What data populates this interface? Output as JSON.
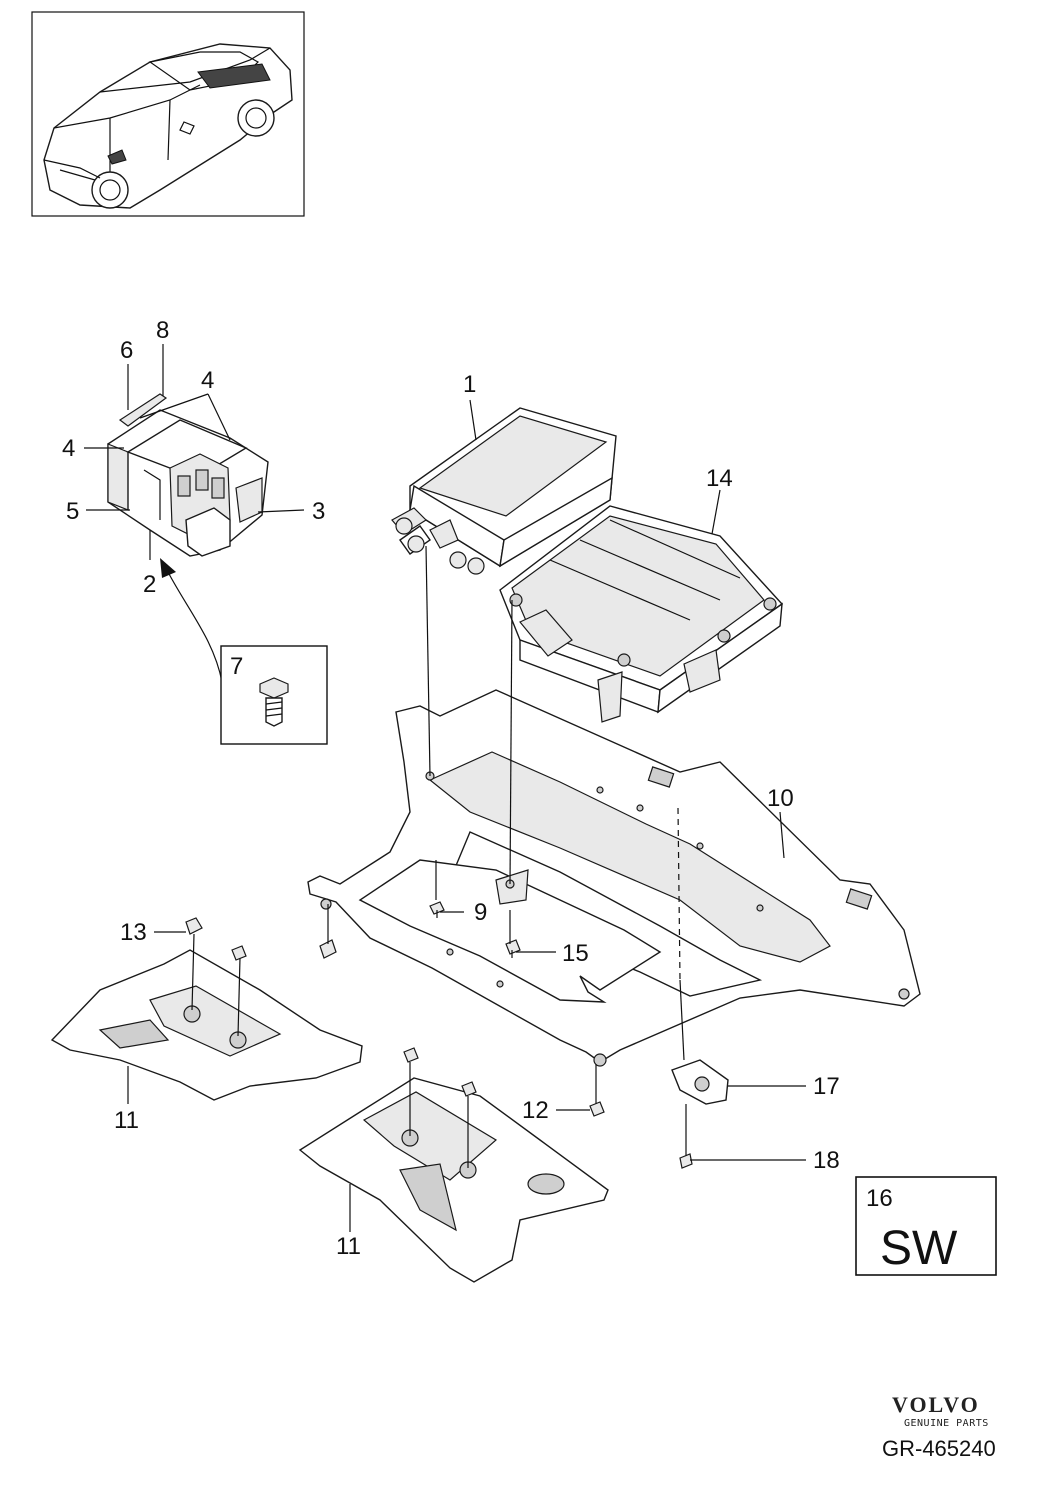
{
  "callouts": {
    "c1": "1",
    "c2": "2",
    "c3": "3",
    "c4a": "4",
    "c4b": "4",
    "c5": "5",
    "c6": "6",
    "c7": "7",
    "c8": "8",
    "c9": "9",
    "c10": "10",
    "c11a": "11",
    "c11b": "11",
    "c12": "12",
    "c13": "13",
    "c14": "14",
    "c15": "15",
    "c17": "17",
    "c18": "18"
  },
  "legend_box": {
    "number": "16",
    "code": "SW"
  },
  "brand": {
    "logo_text": "VOLVO",
    "tagline": "GENUINE PARTS"
  },
  "reference": "GR-465240"
}
